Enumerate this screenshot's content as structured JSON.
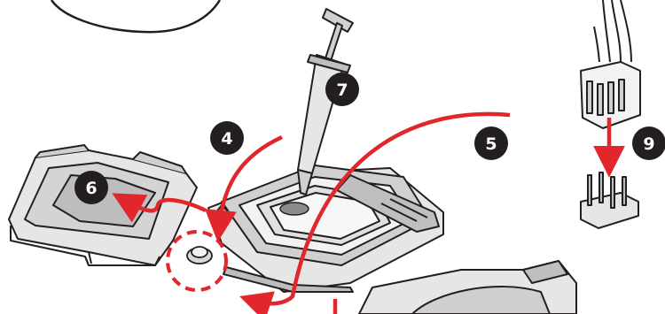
{
  "colors": {
    "outline": "#231f20",
    "fill_light": "#e6e6e6",
    "fill_mid": "#cfcfcf",
    "fill_dark": "#8c8c8c",
    "arrow_red": "#e1262c",
    "badge_bg": "#231f20",
    "badge_text": "#ffffff"
  },
  "steps": [
    {
      "label": "4",
      "part": "retention-lever"
    },
    {
      "label": "5",
      "part": "load-plate"
    },
    {
      "label": "6",
      "part": "socket-cover"
    },
    {
      "label": "7",
      "part": "thermal-paste-syringe"
    },
    {
      "label": "9",
      "part": "fan-connector"
    }
  ]
}
